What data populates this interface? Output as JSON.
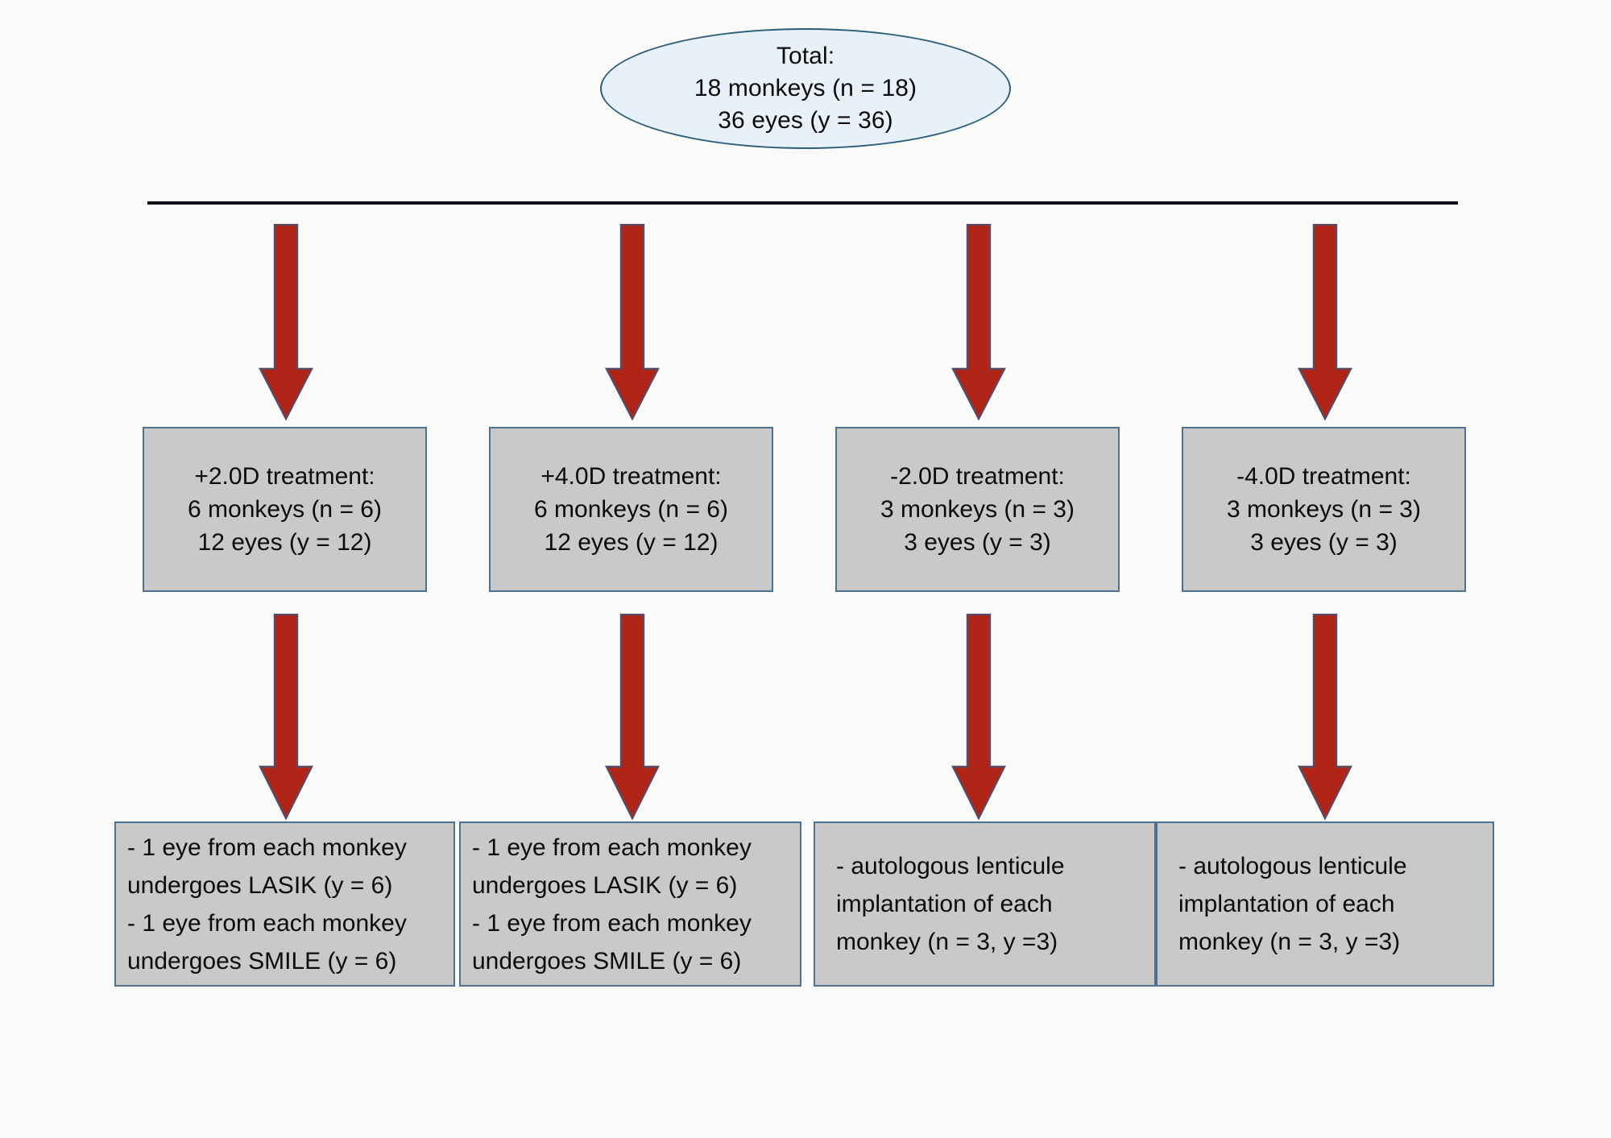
{
  "diagram": {
    "title": "Study design flow chart",
    "colors": {
      "background": "#fafaf8",
      "ellipse_fill": "#e8f1fa",
      "ellipse_border": "#2d5d79",
      "box_fill": "#c9c9c9",
      "box_border": "#4f7190",
      "arrow_fill": "#b02418",
      "arrow_stroke": "#5b4a63",
      "connector_line": "#111018",
      "text": "#0b0b0b"
    },
    "root": {
      "shape": "ellipse",
      "lines": [
        "Total:",
        "18 monkeys (n = 18)",
        "36 eyes (y = 36)"
      ]
    },
    "connector": {
      "type": "horizontal-rule"
    },
    "arrows_row1": [
      {
        "name": "arrow-to-group-1"
      },
      {
        "name": "arrow-to-group-2"
      },
      {
        "name": "arrow-to-group-3"
      },
      {
        "name": "arrow-to-group-4"
      }
    ],
    "arrows_row2": [
      {
        "name": "arrow-to-procedure-1"
      },
      {
        "name": "arrow-to-procedure-2"
      },
      {
        "name": "arrow-to-procedure-3"
      },
      {
        "name": "arrow-to-procedure-4"
      }
    ],
    "groups": [
      {
        "id": "group-plus-2d",
        "lines": [
          "+2.0D treatment:",
          "6 monkeys (n = 6)",
          "12 eyes (y = 12)"
        ]
      },
      {
        "id": "group-plus-4d",
        "lines": [
          "+4.0D treatment:",
          "6 monkeys (n = 6)",
          "12 eyes (y = 12)"
        ]
      },
      {
        "id": "group-minus-2d",
        "lines": [
          "-2.0D treatment:",
          "3 monkeys (n = 3)",
          "3 eyes (y = 3)"
        ]
      },
      {
        "id": "group-minus-4d",
        "lines": [
          "-4.0D treatment:",
          "3 monkeys (n = 3)",
          "3 eyes (y = 3)"
        ]
      }
    ],
    "procedures": [
      {
        "id": "procedure-lasik-smile-1",
        "lines": [
          "- 1 eye from each monkey",
          "undergoes LASIK (y = 6)",
          "- 1 eye from each monkey",
          "undergoes SMILE (y = 6)"
        ]
      },
      {
        "id": "procedure-lasik-smile-2",
        "lines": [
          "- 1 eye from each monkey",
          "undergoes LASIK (y = 6)",
          "- 1 eye from each monkey",
          "undergoes SMILE (y = 6)"
        ]
      },
      {
        "id": "procedure-lenticule-1",
        "lines": [
          "- autologous lenticule",
          "implantation of each",
          "monkey (n = 3, y =3)"
        ]
      },
      {
        "id": "procedure-lenticule-2",
        "lines": [
          "- autologous lenticule",
          "implantation of each",
          "monkey (n = 3, y =3)"
        ]
      }
    ]
  }
}
